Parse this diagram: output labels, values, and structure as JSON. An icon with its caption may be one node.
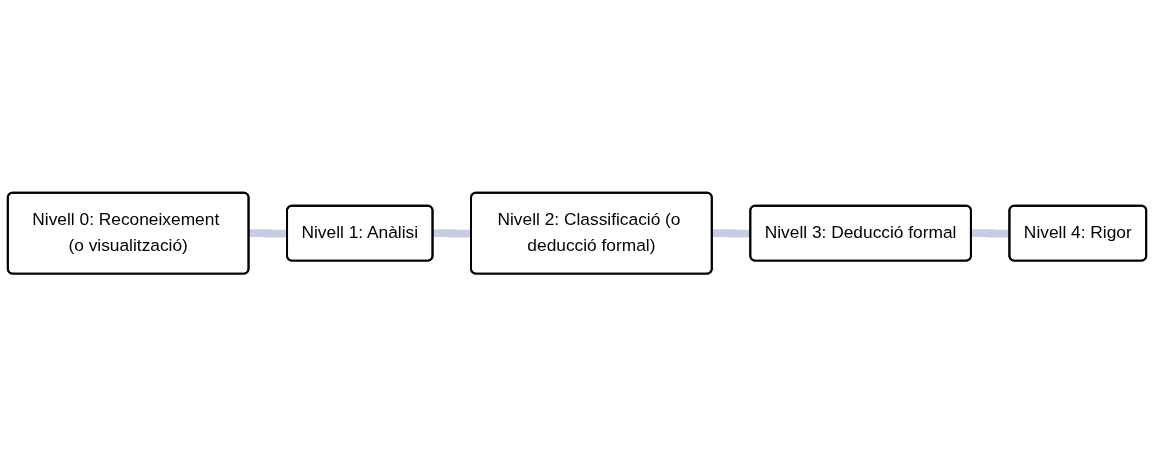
{
  "diagram": {
    "nodes": [
      {
        "text": [
          "Nivell 0: Reconeixement (o visualització)"
        ]
      },
      {
        "text": [
          "Nivell 1: Anàlisi"
        ]
      },
      {
        "text": [
          "Nivell 2: Classificació (o deducció formal)"
        ]
      },
      {
        "text": [
          "Nivell 3: Deducció formal"
        ]
      },
      {
        "text": [
          "Nivell 4: Rigor"
        ]
      }
    ],
    "edges": [
      {
        "from": 0,
        "to": 1,
        "arrow": "none"
      },
      {
        "from": 1,
        "to": 2,
        "arrow": "none"
      },
      {
        "from": 2,
        "to": 3,
        "arrow": "none"
      },
      {
        "from": 3,
        "to": 4,
        "arrow": "none"
      }
    ]
  }
}
